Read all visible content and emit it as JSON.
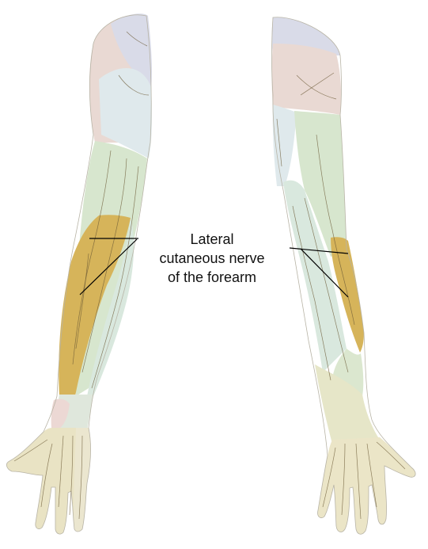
{
  "label": {
    "lines": [
      "Lateral",
      "cutaneous nerve",
      "of the forearm"
    ]
  },
  "colors": {
    "lateral_cutaneous_forearm": "#d6b45a",
    "median_hand": "#e9e3c4",
    "radial_upper": "#dde8d0",
    "axillary": "#e9d9d3",
    "intercostobrachial": "#d9dbe8",
    "medial_arm": "#dfe9ec",
    "posterior_forearm": "#d7e6ce",
    "medial_forearm": "#d9e8de"
  },
  "views": [
    "anterior-arm",
    "posterior-arm"
  ]
}
